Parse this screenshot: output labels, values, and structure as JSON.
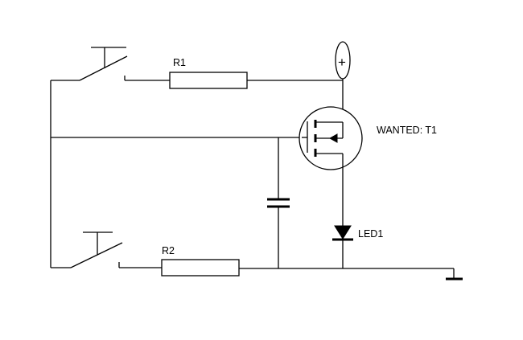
{
  "labels": {
    "r1": "R1",
    "r2": "R2",
    "transistor": "WANTED: T1",
    "led": "LED1",
    "supply": "+"
  },
  "components": [
    {
      "id": "switch-top",
      "kind": "push-button switch"
    },
    {
      "id": "switch-bottom",
      "kind": "push-button switch"
    },
    {
      "id": "r1",
      "kind": "resistor"
    },
    {
      "id": "r2",
      "kind": "resistor"
    },
    {
      "id": "capacitor",
      "kind": "capacitor"
    },
    {
      "id": "t1",
      "kind": "mosfet"
    },
    {
      "id": "led1",
      "kind": "led"
    },
    {
      "id": "supply",
      "kind": "positive supply terminal"
    },
    {
      "id": "ground",
      "kind": "ground"
    }
  ]
}
